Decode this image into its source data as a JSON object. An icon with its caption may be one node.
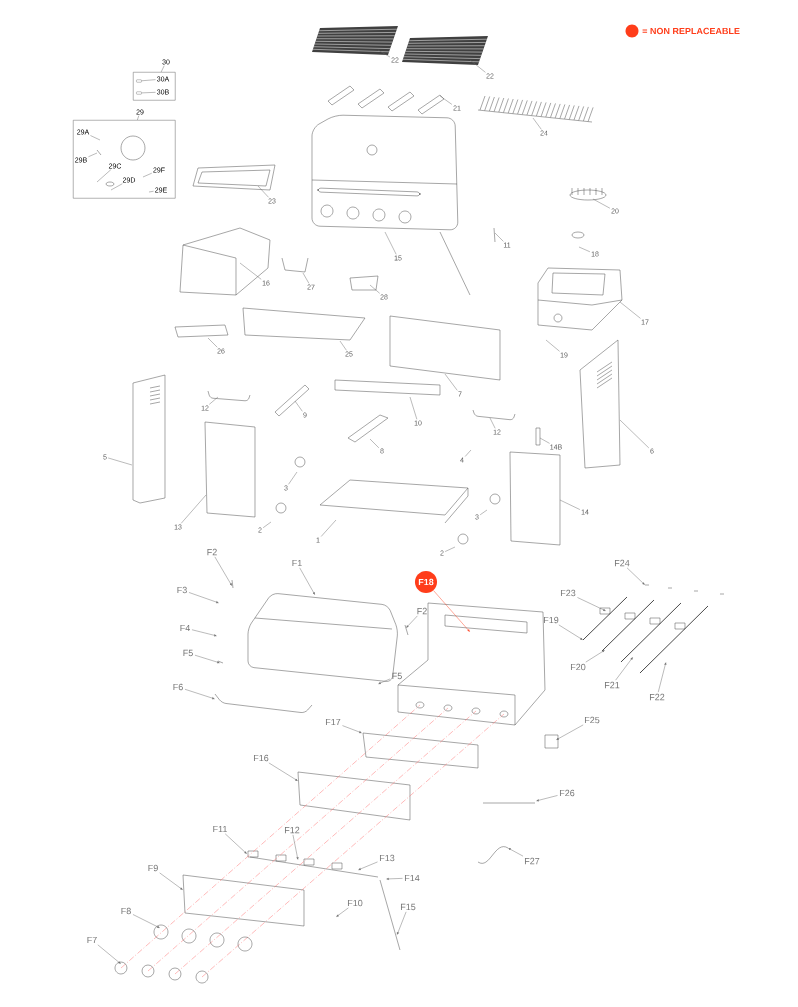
{
  "diagram": {
    "nodes": [
      {
        "text": [
          "30"
        ]
      },
      {
        "text": [],
        "shape": "box"
      },
      {
        "text": [
          "30A"
        ],
        "in": 1
      },
      {
        "text": [
          "30B"
        ],
        "in": 1
      },
      {
        "text": [
          "22"
        ]
      },
      {
        "text": [
          "22"
        ]
      },
      {
        "text": [
          "21"
        ]
      },
      {
        "text": [
          "29"
        ]
      },
      {
        "text": [],
        "shape": "box"
      },
      {
        "text": [
          "29A"
        ],
        "in": 8
      },
      {
        "text": [
          "24"
        ]
      },
      {
        "text": [
          "29B"
        ],
        "in": 8
      },
      {
        "text": [
          "29C"
        ],
        "in": 8
      },
      {
        "text": [
          "29F"
        ],
        "in": 8
      },
      {
        "text": [
          "29D"
        ],
        "in": 8
      },
      {
        "text": [
          "29E"
        ],
        "in": 8
      },
      {
        "text": [
          "23"
        ]
      },
      {
        "text": [
          "20"
        ]
      },
      {
        "text": [
          "11"
        ]
      },
      {
        "text": [
          "18"
        ]
      },
      {
        "text": [
          "15"
        ]
      },
      {
        "text": [
          "16"
        ]
      },
      {
        "text": [
          "27"
        ]
      },
      {
        "text": [
          "28"
        ]
      },
      {
        "text": [
          "17"
        ]
      },
      {
        "text": [
          "26"
        ]
      },
      {
        "text": [
          "25"
        ]
      },
      {
        "text": [
          "19"
        ]
      },
      {
        "text": [
          "7"
        ]
      },
      {
        "text": [
          "12"
        ]
      },
      {
        "text": [
          "9"
        ]
      },
      {
        "text": [
          "10"
        ]
      },
      {
        "text": [
          "12"
        ]
      },
      {
        "text": [
          "14B"
        ]
      },
      {
        "text": [
          "6"
        ]
      },
      {
        "text": [
          "8"
        ]
      },
      {
        "text": [
          "5"
        ]
      },
      {
        "text": [
          "4"
        ]
      },
      {
        "text": [
          "3"
        ]
      },
      {
        "text": [
          "14"
        ]
      },
      {
        "text": [
          "3"
        ]
      },
      {
        "text": [
          "13"
        ]
      },
      {
        "text": [
          "2"
        ]
      },
      {
        "text": [
          "1"
        ]
      },
      {
        "text": [
          "F2"
        ]
      },
      {
        "text": [
          "2"
        ]
      },
      {
        "text": [
          "F1"
        ]
      },
      {
        "text": [
          "F24"
        ]
      },
      {
        "text": [
          "F18"
        ]
      },
      {
        "text": [
          "F3"
        ]
      },
      {
        "text": [
          "F23"
        ]
      },
      {
        "text": [
          "F2"
        ]
      },
      {
        "text": [
          "F19"
        ]
      },
      {
        "text": [
          "F4"
        ]
      },
      {
        "text": [
          "F5"
        ]
      },
      {
        "text": [
          "F20"
        ]
      },
      {
        "text": [
          "F21"
        ]
      },
      {
        "text": [
          "F5"
        ]
      },
      {
        "text": [
          "F22"
        ]
      },
      {
        "text": [
          "F6"
        ]
      },
      {
        "text": [
          "F17"
        ]
      },
      {
        "text": [
          "F25"
        ]
      },
      {
        "text": [
          "F16"
        ]
      },
      {
        "text": [
          "F26"
        ]
      },
      {
        "text": [
          "F11"
        ]
      },
      {
        "text": [
          "F12"
        ]
      },
      {
        "text": [
          "F13"
        ]
      },
      {
        "text": [
          "F27"
        ]
      },
      {
        "text": [
          "F9"
        ]
      },
      {
        "text": [
          "F14"
        ]
      },
      {
        "text": [
          "F10"
        ]
      },
      {
        "text": [
          "F15"
        ]
      },
      {
        "text": [
          "F8"
        ]
      },
      {
        "text": [
          "F7"
        ]
      },
      {
        "text": [],
        "shape": "picture",
        "in": 1
      },
      {
        "text": [],
        "shape": "picture",
        "in": 1
      }
    ],
    "edges": [
      {
        "from": 0,
        "to": 1,
        "arrow": "none"
      },
      {
        "from": 2,
        "to": 74,
        "arrow": "none"
      },
      {
        "from": 3,
        "to": 75,
        "arrow": "none"
      },
      {
        "from": 4,
        "to": null,
        "arrow": "none"
      },
      {
        "from": 5,
        "to": null,
        "arrow": "none"
      },
      {
        "from": 6,
        "to": null,
        "arrow": "none"
      },
      {
        "from": 7,
        "to": 8,
        "arrow": "none"
      },
      {
        "from": 9,
        "to": null,
        "arrow": "none"
      },
      {
        "from": 10,
        "to": null,
        "arrow": "none"
      },
      {
        "from": 11,
        "to": null,
        "arrow": "none"
      },
      {
        "from": 12,
        "to": null,
        "arrow": "none"
      },
      {
        "from": 13,
        "to": null,
        "arrow": "none"
      },
      {
        "from": 14,
        "to": null,
        "arrow": "none"
      },
      {
        "from": 15,
        "to": null,
        "arrow": "none"
      },
      {
        "from": 16,
        "to": null,
        "arrow": "none"
      },
      {
        "from": 17,
        "to": null,
        "arrow": "none"
      },
      {
        "from": 18,
        "to": null,
        "arrow": "none"
      },
      {
        "from": 19,
        "to": null,
        "arrow": "none"
      },
      {
        "from": 20,
        "to": null,
        "arrow": "none"
      },
      {
        "from": 21,
        "to": null,
        "arrow": "none"
      },
      {
        "from": 22,
        "to": null,
        "arrow": "none"
      },
      {
        "from": 23,
        "to": null,
        "arrow": "none"
      },
      {
        "from": 24,
        "to": null,
        "arrow": "none"
      },
      {
        "from": 25,
        "to": null,
        "arrow": "none"
      },
      {
        "from": 26,
        "to": null,
        "arrow": "none"
      },
      {
        "from": 27,
        "to": null,
        "arrow": "none"
      },
      {
        "from": 28,
        "to": null,
        "arrow": "none"
      },
      {
        "from": 29,
        "to": null,
        "arrow": "none"
      },
      {
        "from": 30,
        "to": null,
        "arrow": "none"
      },
      {
        "from": 31,
        "to": null,
        "arrow": "none"
      },
      {
        "from": 32,
        "to": null,
        "arrow": "none"
      },
      {
        "from": 33,
        "to": null,
        "arrow": "none"
      },
      {
        "from": 34,
        "to": null,
        "arrow": "none"
      },
      {
        "from": 35,
        "to": null,
        "arrow": "none"
      },
      {
        "from": 36,
        "to": null,
        "arrow": "none"
      },
      {
        "from": 37,
        "to": null,
        "arrow": "none"
      },
      {
        "from": 38,
        "to": null,
        "arrow": "none"
      },
      {
        "from": 39,
        "to": null,
        "arrow": "none"
      },
      {
        "from": 40,
        "to": null,
        "arrow": "none"
      },
      {
        "from": 41,
        "to": null,
        "arrow": "none"
      },
      {
        "from": 42,
        "to": null,
        "arrow": "none"
      },
      {
        "from": 43,
        "to": null,
        "arrow": "none"
      },
      {
        "from": 44,
        "to": null,
        "arrow": "to"
      },
      {
        "from": 45,
        "to": null,
        "arrow": "none"
      },
      {
        "from": 46,
        "to": null,
        "arrow": "to"
      },
      {
        "from": 47,
        "to": null,
        "arrow": "to"
      },
      {
        "from": 48,
        "to": null,
        "arrow": "to",
        "color": "#ff3d1a"
      },
      {
        "from": 49,
        "to": null,
        "arrow": "to"
      },
      {
        "from": 50,
        "to": null,
        "arrow": "to"
      },
      {
        "from": 51,
        "to": null,
        "arrow": "to"
      },
      {
        "from": 52,
        "to": null,
        "arrow": "to"
      },
      {
        "from": 53,
        "to": null,
        "arrow": "to"
      },
      {
        "from": 54,
        "to": null,
        "arrow": "to"
      },
      {
        "from": 55,
        "to": null,
        "arrow": "to"
      },
      {
        "from": 56,
        "to": null,
        "arrow": "to"
      },
      {
        "from": 57,
        "to": null,
        "arrow": "to"
      },
      {
        "from": 58,
        "to": null,
        "arrow": "to"
      },
      {
        "from": 59,
        "to": null,
        "arrow": "to"
      },
      {
        "from": 60,
        "to": null,
        "arrow": "to"
      },
      {
        "from": 61,
        "to": null,
        "arrow": "to"
      },
      {
        "from": 62,
        "to": null,
        "arrow": "to"
      },
      {
        "from": 63,
        "to": null,
        "arrow": "to"
      },
      {
        "from": 64,
        "to": null,
        "arrow": "to"
      },
      {
        "from": 65,
        "to": null,
        "arrow": "to"
      },
      {
        "from": 66,
        "to": null,
        "arrow": "to"
      },
      {
        "from": 67,
        "to": null,
        "arrow": "to"
      },
      {
        "from": 68,
        "to": null,
        "arrow": "to"
      },
      {
        "from": 69,
        "to": null,
        "arrow": "to"
      },
      {
        "from": 70,
        "to": null,
        "arrow": "to"
      },
      {
        "from": 71,
        "to": null,
        "arrow": "to"
      },
      {
        "from": 72,
        "to": null,
        "arrow": "to"
      },
      {
        "from": 73,
        "to": null,
        "arrow": "to"
      }
    ],
    "legend": [
      {
        "text": "= NON REPLACEABLE",
        "color": "#ff3d1a"
      }
    ]
  }
}
